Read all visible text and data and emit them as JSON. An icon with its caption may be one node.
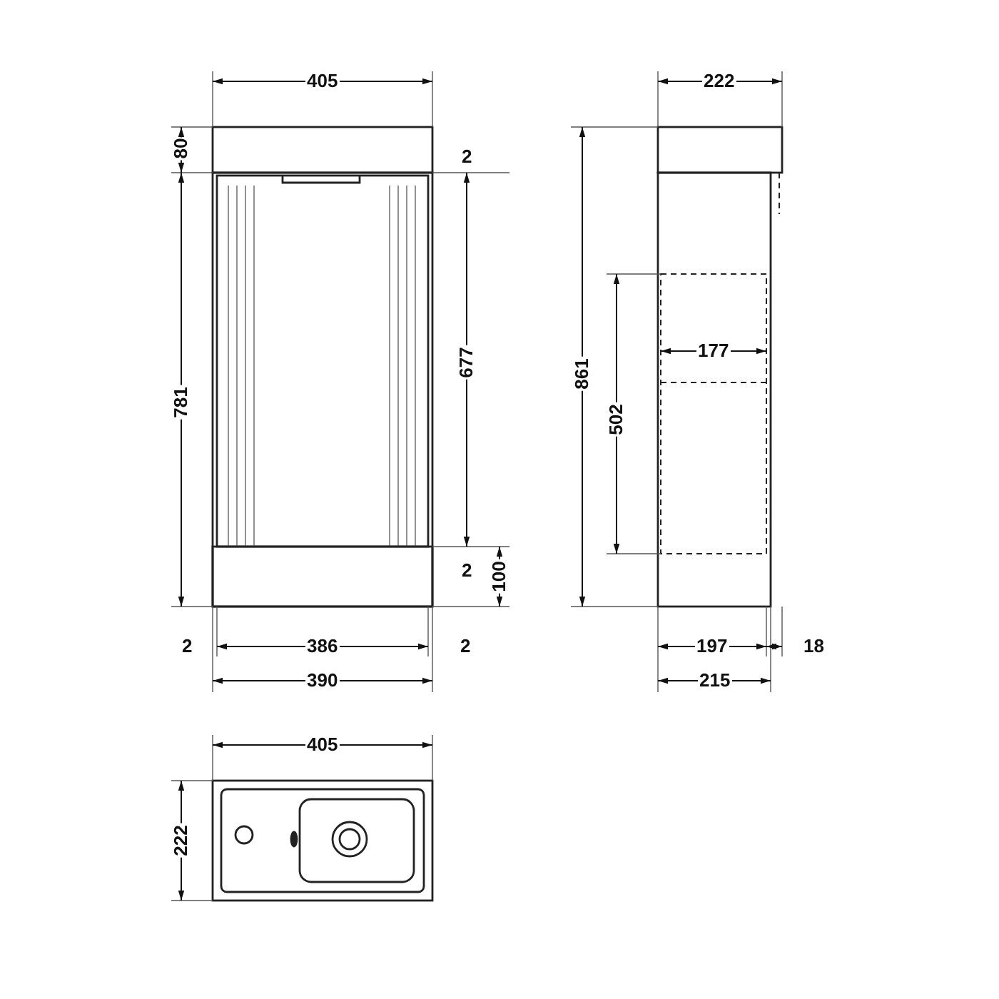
{
  "diagram": {
    "labels": [
      "405",
      "222",
      "80",
      "2",
      "781",
      "677",
      "861",
      "502",
      "177",
      "2",
      "100",
      "2",
      "386",
      "2",
      "197",
      "18",
      "390",
      "215",
      "405",
      "222"
    ]
  }
}
